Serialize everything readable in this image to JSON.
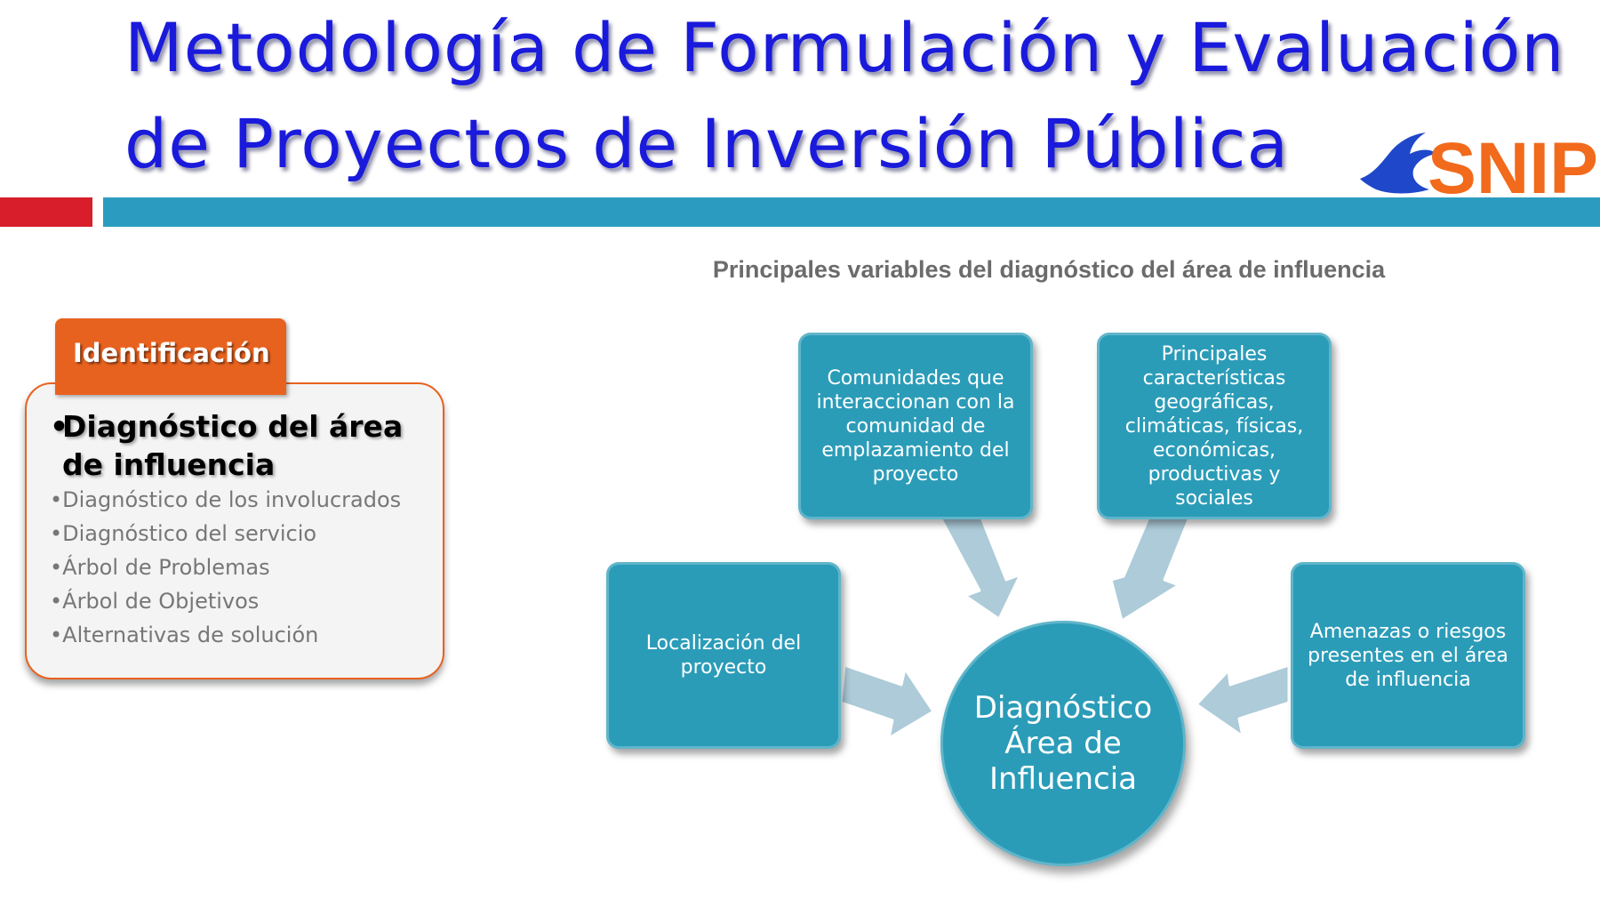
{
  "slide": {
    "title_line1": "Metodología de Formulación y Evaluación",
    "title_line2": "de Proyectos de Inversión Pública",
    "logo_text": "SNIP",
    "colors": {
      "title": "#1a1adc",
      "accent_red": "#d71e2a",
      "accent_teal": "#2b9cc0",
      "orange": "#e8621f",
      "node": "#2b9cb8",
      "logo_orange": "#f26a1b",
      "logo_blue": "#1f47c9"
    }
  },
  "sidebar": {
    "tab_label": "Identificación",
    "bullet": "•",
    "active_item": "Diagnóstico del área de influencia",
    "items": [
      "Diagnóstico de los involucrados",
      "Diagnóstico del servicio",
      "Árbol de Problemas",
      "Árbol de Objetivos",
      "Alternativas de solución"
    ]
  },
  "diagram": {
    "subtitle": "Principales variables del diagnóstico del área de influencia",
    "center": "Diagnóstico Área de Influencia",
    "nodes": {
      "left": "Localización del proyecto",
      "top_left": "Comunidades que interaccionan con la comunidad de emplazamiento del proyecto",
      "top_right": "Principales características geográficas, climáticas, físicas, económicas, productivas  y sociales",
      "right": "Amenazas o riesgos presentes en el área de influencia"
    }
  }
}
